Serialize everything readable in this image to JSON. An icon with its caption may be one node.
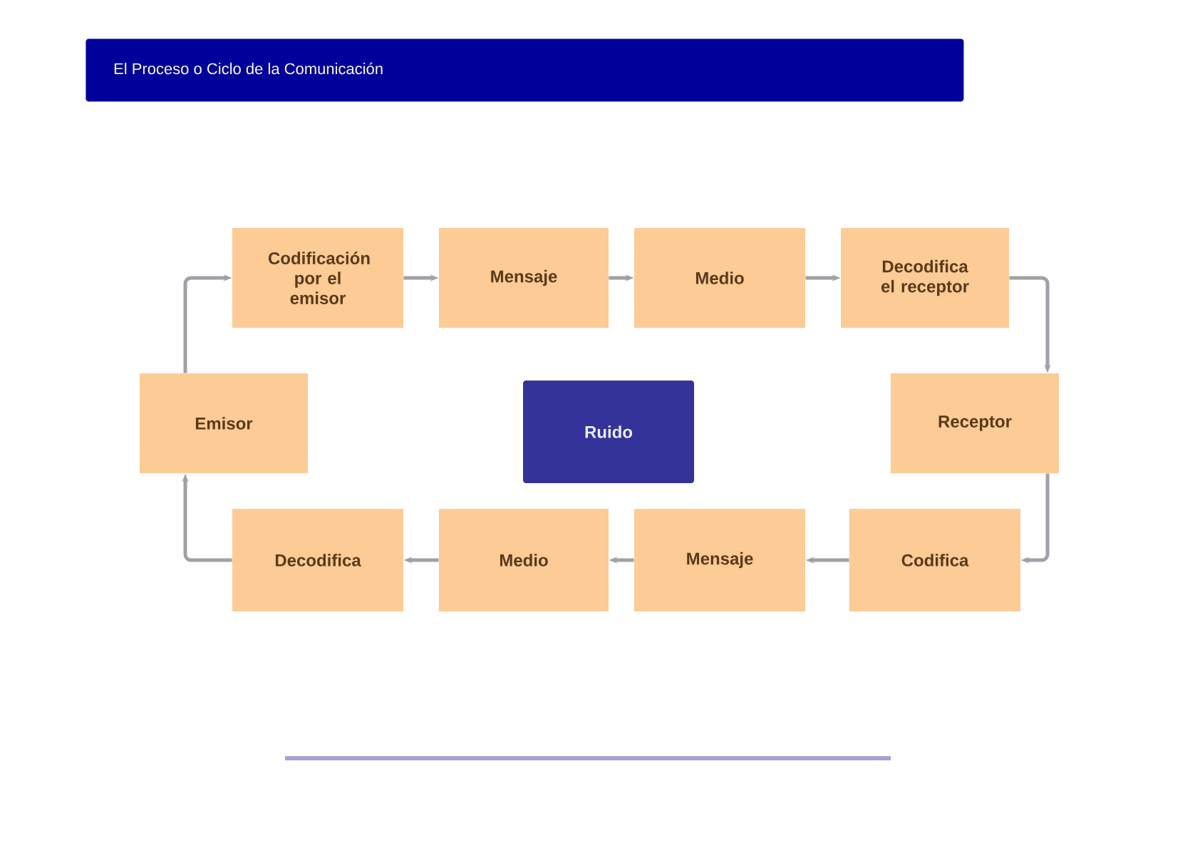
{
  "diagram": {
    "title": "El Proceso o Ciclo de la Comunicación",
    "nodes": [
      {
        "text": [
          "Codificación por el emisor"
        ]
      },
      {
        "text": [
          "Mensaje"
        ]
      },
      {
        "text": [
          "Medio"
        ]
      },
      {
        "text": [
          "Decodifica el receptor"
        ]
      },
      {
        "text": [
          "Emisor"
        ]
      },
      {
        "text": [
          "Ruido"
        ]
      },
      {
        "text": [
          "Receptor"
        ]
      },
      {
        "text": [
          "Decodifica"
        ]
      },
      {
        "text": [
          "Medio"
        ]
      },
      {
        "text": [
          "Mensaje"
        ]
      },
      {
        "text": [
          "Codifica"
        ]
      }
    ],
    "edges": [
      {
        "from": 4,
        "to": 0,
        "arrow": "to"
      },
      {
        "from": 0,
        "to": 1,
        "arrow": "to"
      },
      {
        "from": 1,
        "to": 2,
        "arrow": "to"
      },
      {
        "from": 2,
        "to": 3,
        "arrow": "to"
      },
      {
        "from": 3,
        "to": 6,
        "arrow": "to"
      },
      {
        "from": 6,
        "to": 10,
        "arrow": "to"
      },
      {
        "from": 10,
        "to": 9,
        "arrow": "to"
      },
      {
        "from": 9,
        "to": 8,
        "arrow": "to"
      },
      {
        "from": 8,
        "to": 7,
        "arrow": "to"
      },
      {
        "from": 7,
        "to": 4,
        "arrow": "to"
      }
    ]
  }
}
